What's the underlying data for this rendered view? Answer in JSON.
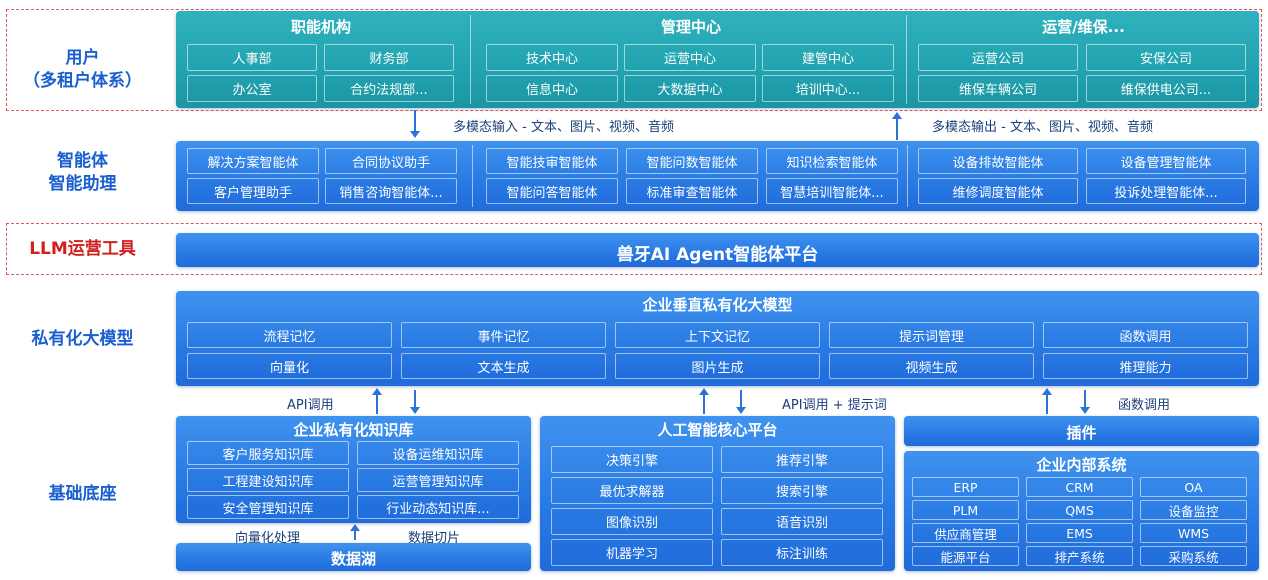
{
  "labels": {
    "user": "用户",
    "user_sub": "（多租户体系）",
    "agent_1": "智能体",
    "agent_2": "智能助理",
    "llm_ops": "LLM运营工具",
    "private_model": "私有化大模型",
    "foundation": "基础底座"
  },
  "users": {
    "group1_title": "职能机构",
    "group1": [
      "人事部",
      "财务部",
      "办公室",
      "合约法规部..."
    ],
    "group2_title": "管理中心",
    "group2": [
      "技术中心",
      "运营中心",
      "建管中心",
      "信息中心",
      "大数据中心",
      "培训中心..."
    ],
    "group3_title": "运营/维保...",
    "group3": [
      "运营公司",
      "安保公司",
      "维保车辆公司",
      "维保供电公司..."
    ]
  },
  "flows": {
    "input": "多模态输入 - 文本、图片、视频、音频",
    "output": "多模态输出 - 文本、图片、视频、音频"
  },
  "agents": {
    "group1": [
      "解决方案智能体",
      "合同协议助手",
      "客户管理助手",
      "销售咨询智能体..."
    ],
    "group2": [
      "智能技审智能体",
      "智能问数智能体",
      "知识检索智能体",
      "智能问答智能体",
      "标准审查智能体",
      "智慧培训智能体..."
    ],
    "group3": [
      "设备排故智能体",
      "设备管理智能体",
      "维修调度智能体",
      "投诉处理智能体..."
    ]
  },
  "platform": {
    "title": "兽牙AI Agent智能体平台"
  },
  "model": {
    "title": "企业垂直私有化大模型",
    "row1": [
      "流程记忆",
      "事件记忆",
      "上下文记忆",
      "提示词管理",
      "函数调用"
    ],
    "row2": [
      "向量化",
      "文本生成",
      "图片生成",
      "视频生成",
      "推理能力"
    ]
  },
  "calls": {
    "api": "API调用",
    "api_prompt": "API调用 + 提示词",
    "func": "函数调用"
  },
  "kb": {
    "title": "企业私有化知识库",
    "items": [
      "客户服务知识库",
      "设备运维知识库",
      "工程建设知识库",
      "运营管理知识库",
      "安全管理知识库",
      "行业动态知识库..."
    ],
    "vectorize": "向量化处理",
    "slice": "数据切片",
    "lake": "数据湖"
  },
  "ai_core": {
    "title": "人工智能核心平台",
    "items": [
      "决策引擎",
      "推荐引擎",
      "最优求解器",
      "搜索引擎",
      "图像识别",
      "语音识别",
      "机器学习",
      "标注训练"
    ]
  },
  "plugins": {
    "title": "插件"
  },
  "internal": {
    "title": "企业内部系统",
    "items": [
      "ERP",
      "CRM",
      "OA",
      "PLM",
      "QMS",
      "设备监控",
      "供应商管理",
      "EMS",
      "WMS",
      "能源平台",
      "排产系统",
      "采购系统"
    ]
  },
  "colors": {
    "blue": "#2a7be4",
    "teal": "#22a3b0",
    "label_blue": "#1a5fd0",
    "label_red": "#d21f1f"
  }
}
